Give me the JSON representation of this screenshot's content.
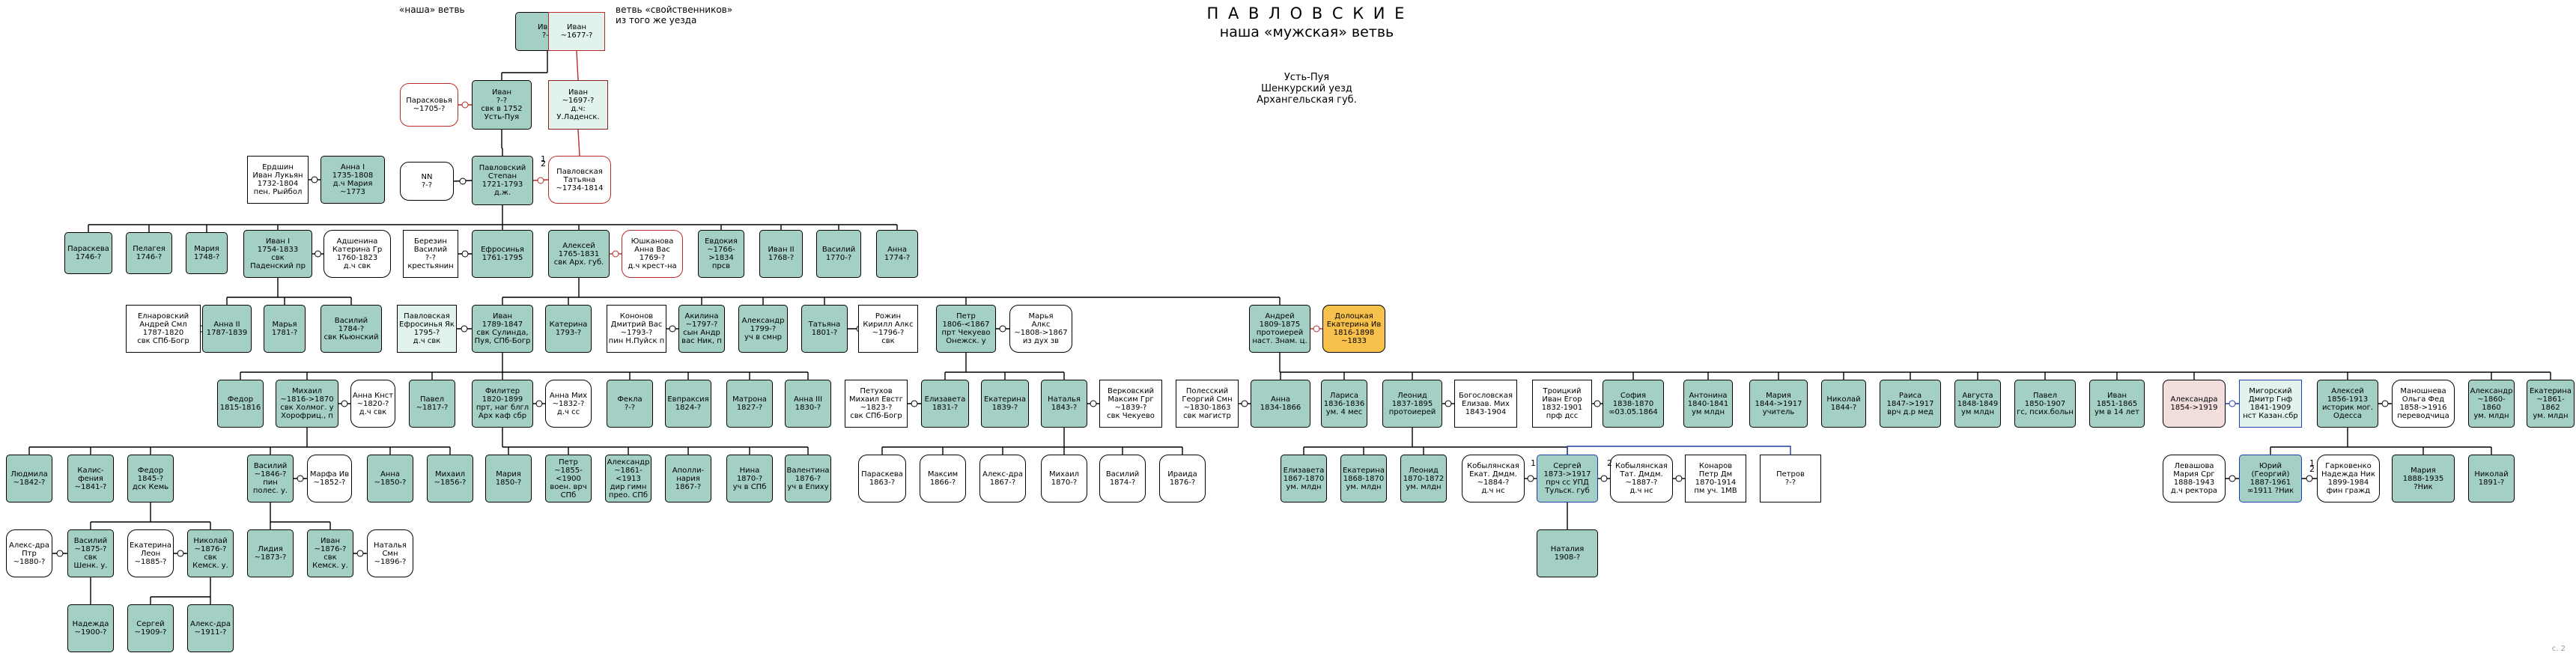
{
  "header": {
    "title": "П А В Л О В С К И Е",
    "subtitle": "наша «мужская» ветвь",
    "place": "Усть-Пуя\nШенкурский уезд\nАрхангельская губ.",
    "legend_ours": "«наша» ветвь",
    "legend_in_laws": "ветвь «свойственников»\nиз того же уезда",
    "page_number": "с. 2"
  },
  "colors": {
    "male": "#a3cfc4",
    "female": "#ffffff",
    "in_law": "#e2f3ee",
    "highlight": "#f8c14b",
    "line": "#000000",
    "red_line": "#b72b2b",
    "blue_line": "#2040a8"
  },
  "nodes": [
    {
      "id": "ivan_top",
      "text": "Иван\n?-?"
    },
    {
      "id": "ivan_1677",
      "text": "Иван\n~1677-?"
    },
    {
      "id": "paraskovya",
      "text": "Парасковья\n~1705-?"
    },
    {
      "id": "ivan_1752",
      "text": "Иван\n?-?\nсвк в 1752\nУсть-Пуя"
    },
    {
      "id": "ivan_1697",
      "text": "Иван\n~1697-?\nд.ч:\nУ.Ладенск."
    },
    {
      "id": "erdshin",
      "text": "Ердшин\nИван Лукьян\n1732-1804\nпен. Рыйбол"
    },
    {
      "id": "anna_1735",
      "text": "Анна I\n1735-1808\nд.ч Мария\n~1773"
    },
    {
      "id": "nn",
      "text": "NN\n?-?"
    },
    {
      "id": "stepan",
      "text": "Павловский\nСтепан\n1721-1793\nд.ж."
    },
    {
      "id": "tatiana_pavl",
      "text": "Павловская\nТатьяна\n~1734-1814"
    },
    {
      "id": "paraskovya2",
      "text": "Параскева\n1746-?"
    },
    {
      "id": "pelageya",
      "text": "Пелагея\n1746-?"
    },
    {
      "id": "maria_1748",
      "text": "Мария\n1748-?"
    },
    {
      "id": "ivan_1754",
      "text": "Иван I\n1754-1833\nсвк\nПаденский пр"
    },
    {
      "id": "ashenina",
      "text": "Адшенина\nКатерина Гр\n1760-1823\nд.ч свк"
    },
    {
      "id": "berezin",
      "text": "Березин\nВасилий\n?-?\nкрестьянин"
    },
    {
      "id": "efrosinya_1761",
      "text": "Ефросинья\n1761-1795"
    },
    {
      "id": "aleksey_1765",
      "text": "Алексей\n1765-1831\nсвк Арх. губ."
    },
    {
      "id": "yushkanova",
      "text": "Юшканова\nАнна Вас\n1769-?\nд.ч крест-на"
    },
    {
      "id": "evdokiya",
      "text": "Евдокия\n~1766-\n>1834\nпрсв"
    },
    {
      "id": "ivan_ii",
      "text": "Иван II\n1768-?"
    },
    {
      "id": "vasiliy_1770",
      "text": "Василий\n1770-?"
    },
    {
      "id": "anna_1774",
      "text": "Анна\n1774-?"
    },
    {
      "id": "elnarovskiy",
      "text": "Елнаровский\nАндрей Смл\n1787-1820\nсвк СПб-Богр"
    },
    {
      "id": "anna_ii",
      "text": "Анна II\n1787-1839"
    },
    {
      "id": "maria_1781",
      "text": "Марья\n1781-?"
    },
    {
      "id": "vasiliy_1784",
      "text": "Василий\n1784-?\nсвк Кьюнский"
    },
    {
      "id": "pavl_efrosinya",
      "text": "Павловская\nЕфросинья Як\n1795-?\nд.ч свк"
    },
    {
      "id": "ivan_1789",
      "text": "Иван\n1789-1847\nсвк Сулинда,\nПуя, СПб-Богр"
    },
    {
      "id": "katerina_1793",
      "text": "Катерина\n1793-?"
    },
    {
      "id": "kononov",
      "text": "Кононов\nДмитрий Вас\n~1793-?\nпин Н.Пуйск п"
    },
    {
      "id": "akilina",
      "text": "Акилина\n~1797-?\nсын Андр\nвас Ник, п"
    },
    {
      "id": "aleksandr_1799",
      "text": "Александр\n1799-?\nуч в смнр"
    },
    {
      "id": "tatiana_1801",
      "text": "Татьяна\n1801-?"
    },
    {
      "id": "rozhin",
      "text": "Рожин\nКирилл Алкс\n~1796-?\nсвк"
    },
    {
      "id": "petr_1806",
      "text": "Петр\n1806-<1867\nпрт Чекуево\nОнежск. у"
    },
    {
      "id": "maria_alks",
      "text": "Марья\nАлкс\n~1808->1867\nиз дух зв"
    },
    {
      "id": "andrey_1809",
      "text": "Андрей\n1809-1875\nпротоиерей\nнаст. Знам. ц."
    },
    {
      "id": "dolotskaya",
      "text": "Долоцкая\nЕкатерина Ив\n1816-1898\n~1833"
    },
    {
      "id": "fedor_1815",
      "text": "Федор\n1815-1816"
    },
    {
      "id": "mikhail_1816",
      "text": "Михаил\n~1816->1870\nсвк Холмог. у\nХорофриц., п"
    },
    {
      "id": "anna_knst",
      "text": "Анна Кнст\n~1820-?\nд.ч свк"
    },
    {
      "id": "pavel_1817",
      "text": "Павел\n~1817-?"
    },
    {
      "id": "filiter",
      "text": "Филитер\n1820-1899\nпрт, наг блгл\nАрх каф сбр"
    },
    {
      "id": "anna_mix",
      "text": "Анна Мих\n~1832-?\nд.ч сс"
    },
    {
      "id": "fekla",
      "text": "Фекла\n?-?"
    },
    {
      "id": "evpraksiya",
      "text": "Евпраксия\n1824-?"
    },
    {
      "id": "matrona",
      "text": "Матрона\n1827-?"
    },
    {
      "id": "anna_iii",
      "text": "Анна III\n1830-?"
    },
    {
      "id": "petuhov",
      "text": "Петухов\nМихаил Евстг\n~1823-?\nсвк СПб-Богр"
    },
    {
      "id": "elizaveta_1831",
      "text": "Елизавета\n1831-?"
    },
    {
      "id": "ekaterina_1839",
      "text": "Екатерина\n1839-?"
    },
    {
      "id": "natalya_1843",
      "text": "Наталья\n1843-?"
    },
    {
      "id": "verkovskiy",
      "text": "Верковский\nМаксим Грг\n~1839-?\nсвк Чекуево"
    },
    {
      "id": "polesskiy",
      "text": "Полесский\nГеоргий Смн\n~1830-1863\nсвк магистр"
    },
    {
      "id": "anna_1834",
      "text": "Анна\n1834-1866"
    },
    {
      "id": "larisa",
      "text": "Лариса\n1836-1836\nум. 4 мес"
    },
    {
      "id": "leonid_1837",
      "text": "Леонид\n1837-1895\nпротоиерей"
    },
    {
      "id": "bogoslovskaya",
      "text": "Богословская\nЕлизав. Мих\n1843-1904"
    },
    {
      "id": "troitskiy",
      "text": "Троицкий\nИван Егор\n1832-1901\nпрф дсс"
    },
    {
      "id": "sofia",
      "text": "София\n1838-1870\n∞03.05.1864"
    },
    {
      "id": "antonina",
      "text": "Антонина\n1840-1841\nум млдн"
    },
    {
      "id": "maria_1844",
      "text": "Мария\n1844->1917\nучитель"
    },
    {
      "id": "nikolay_1844",
      "text": "Николай\n1844-?"
    },
    {
      "id": "raisa",
      "text": "Раиса\n1847->1917\nврч д.р мед"
    },
    {
      "id": "avgusta",
      "text": "Августа\n1848-1849\nум млдн"
    },
    {
      "id": "pavel_1850",
      "text": "Павел\n1850-1907\nгс, псих.больн"
    },
    {
      "id": "ivan_1851",
      "text": "Иван\n1851-1865\nум в 14 лет"
    },
    {
      "id": "aleksandra_1854",
      "text": "Александра\n1854->1919"
    },
    {
      "id": "migorskiy",
      "text": "Мигорский\nДмитр Гнф\n1841-1909\nнст Казан.сбр"
    },
    {
      "id": "aleksey_1856",
      "text": "Алексей\n1856-1913\nисторик мог.\nОдесса"
    },
    {
      "id": "manoshneva",
      "text": "Маношнева\nОльга Фед\n1858->1916\nпереводчица"
    },
    {
      "id": "aleksandr_1860",
      "text": "Александр\n~1860-1860\nум. млдн"
    },
    {
      "id": "ekaterina_1861",
      "text": "Екатерина\n~1861-1862\nум. млдн"
    },
    {
      "id": "lyudmila",
      "text": "Людмила\n~1842-?"
    },
    {
      "id": "kalisfenia",
      "text": "Калис-\nфения\n~1841-?"
    },
    {
      "id": "fedor_1845",
      "text": "Федор\n1845-?\nдск Кемь"
    },
    {
      "id": "vasiliy_1846",
      "text": "Василий\n~1846-?\nпин\nполес. у."
    },
    {
      "id": "marfa",
      "text": "Марфа Ив\n~1852-?"
    },
    {
      "id": "anna_1850",
      "text": "Анна\n~1850-?"
    },
    {
      "id": "mikhail_1856",
      "text": "Михаил\n~1856-?"
    },
    {
      "id": "maria_1850",
      "text": "Мария\n1850-?"
    },
    {
      "id": "petr_1855",
      "text": "Петр\n~1855-<1900\nвоен. врч\nСПб"
    },
    {
      "id": "aleksandr_1861",
      "text": "Александр\n~1861-<1913\nдир гимн\nпрео. СПб"
    },
    {
      "id": "apollinariya",
      "text": "Аполли-\nнария\n1867-?"
    },
    {
      "id": "nina",
      "text": "Нина\n1870-?\nуч в СПб"
    },
    {
      "id": "valentina",
      "text": "Валентина\n1876-?\nуч в Епиху"
    },
    {
      "id": "paraskeva_1863",
      "text": "Параскева\n1863-?"
    },
    {
      "id": "maksim",
      "text": "Максим\n1866-?"
    },
    {
      "id": "aleksandra_1867",
      "text": "Алекс-дра\n1867-?"
    },
    {
      "id": "mikhail_1870",
      "text": "Михаил\n1870-?"
    },
    {
      "id": "vasiliy_1874",
      "text": "Василий\n1874-?"
    },
    {
      "id": "iraida",
      "text": "Ираида\n1876-?"
    },
    {
      "id": "elizaveta_1867",
      "text": "Елизавета\n1867-1870\nум. млдн"
    },
    {
      "id": "ekaterina_1868",
      "text": "Екатерина\n1868-1870\nум. млдн"
    },
    {
      "id": "leonid_1870",
      "text": "Леонид\n1870-1872\nум. млдн"
    },
    {
      "id": "kobylyanskaya1",
      "text": "Кобылянская\nЕкат. Дмдм.\n~1884-?\nд.ч нс"
    },
    {
      "id": "sergey_1873",
      "text": "Сергей\n1873->1917\nпрч сс УПД\nТульск. губ"
    },
    {
      "id": "kobylyanskaya2",
      "text": "Кобылянская\nТат. Дмдм.\n~1887-?\nд.ч нс"
    },
    {
      "id": "konarov",
      "text": "Конаров\nПетр Дм\n1870-1914\nпм уч. 1МВ"
    },
    {
      "id": "petrov",
      "text": "Петров\n?-?"
    },
    {
      "id": "natalia_1908",
      "text": "Наталия\n1908-?"
    },
    {
      "id": "levashova",
      "text": "Левашова\nМария Срг\n1888-1943\nд.ч ректора"
    },
    {
      "id": "yuriy",
      "text": "Юрий\n(Георгий)\n1887-1961\n∞1911 ?Ник"
    },
    {
      "id": "garkovenko",
      "text": "Гарковенко\nНадежда Ник\n1899-1984\nфин гражд"
    },
    {
      "id": "maria_1888",
      "text": "Мария\n1888-1935\n?Ник"
    },
    {
      "id": "nikolay_1891",
      "text": "Николай\n1891-?"
    },
    {
      "id": "aleks_dra_ptr",
      "text": "Алекс-дра\nПтр\n~1880-?"
    },
    {
      "id": "vasiliy_1875",
      "text": "Василий\n~1875-?\nсвк\nШенк. у."
    },
    {
      "id": "ekaterina_leon",
      "text": "Екатерина\nЛеон\n~1885-?"
    },
    {
      "id": "nikolay_1876",
      "text": "Николай\n~1876-?\nсвк\nКемск. у."
    },
    {
      "id": "lidiya",
      "text": "Лидия\n~1873-?"
    },
    {
      "id": "ivan_1876",
      "text": "Иван\n~1876-?\nсвк\nКемск. у."
    },
    {
      "id": "natalia_smn",
      "text": "Наталья\nСмн\n~1896-?"
    },
    {
      "id": "nadezhda",
      "text": "Надежда\n~1900-?"
    },
    {
      "id": "sergey_1909",
      "text": "Сергей\n~1909-?"
    },
    {
      "id": "aleksandra_1911",
      "text": "Алекс-дра\n~1911-?"
    }
  ],
  "marriage_numbers": [
    "1",
    "2",
    "1",
    "2",
    "1",
    "2"
  ]
}
